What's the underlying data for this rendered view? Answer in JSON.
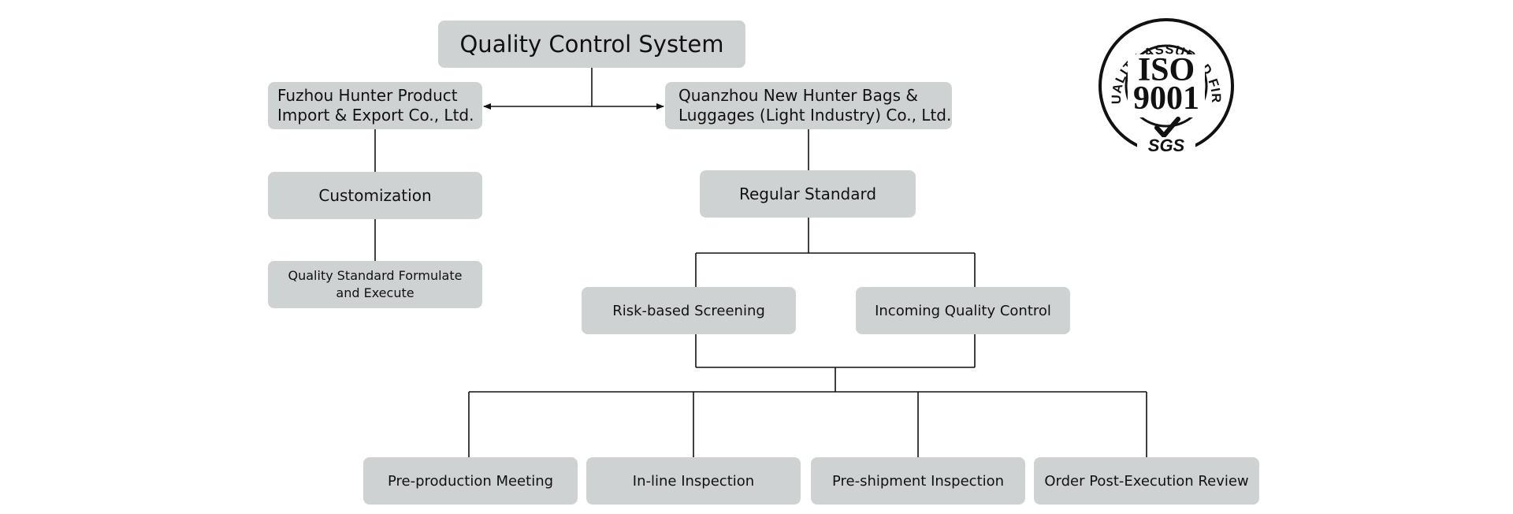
{
  "diagram": {
    "title": "Quality Control System",
    "fuzhou": "Fuzhou Hunter Product\nImport & Export Co., Ltd.",
    "quanzhou": "Quanzhou New Hunter Bags &\nLuggages (Light Industry) Co., Ltd.",
    "customization": "Customization",
    "quality_standard": "Quality Standard Formulate\nand Execute",
    "regular_standard": "Regular Standard",
    "risk_screening": "Risk-based Screening",
    "incoming_qc": "Incoming Quality Control",
    "preproduction": "Pre-production Meeting",
    "inline": "In-line Inspection",
    "preshipment": "Pre-shipment Inspection",
    "order_review": "Order Post-Execution Review"
  },
  "seal": {
    "ring_text": "QUALITY ASSURED FIRM",
    "iso": "ISO",
    "number": "9001",
    "brand": "SGS"
  },
  "colors": {
    "box_fill": "#cfd2d3",
    "line": "#111111"
  }
}
